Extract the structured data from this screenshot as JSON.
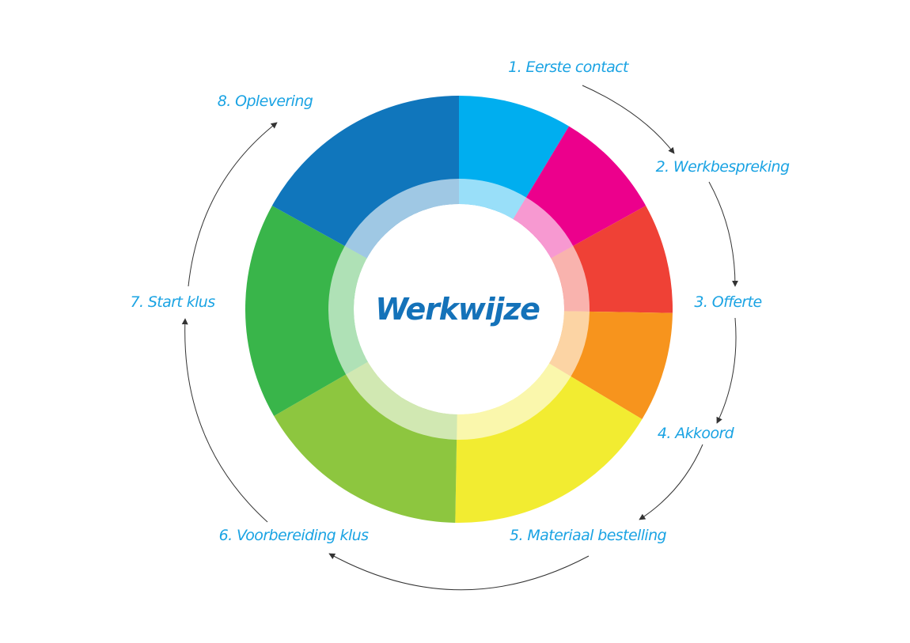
{
  "center_title": "Werkwijze",
  "colors": {
    "label": "#1aa3e3",
    "title": "#1472b9",
    "arrow": "#333333"
  },
  "steps": [
    {
      "label": "1. Eerste contact",
      "color": "#00aeef"
    },
    {
      "label": "2. Werkbespreking",
      "color": "#ec008c"
    },
    {
      "label": "3. Offerte",
      "color": "#ef4136"
    },
    {
      "label": "4. Akkoord",
      "color": "#f7941d"
    },
    {
      "label": "5. Materiaal bestelling",
      "color": "#f2ec31"
    },
    {
      "label": "6. Voorbereiding klus",
      "color": "#8dc63f"
    },
    {
      "label": "7. Start klus",
      "color": "#39b54a"
    },
    {
      "label": "8. Oplevering",
      "color": "#1076bc"
    }
  ]
}
